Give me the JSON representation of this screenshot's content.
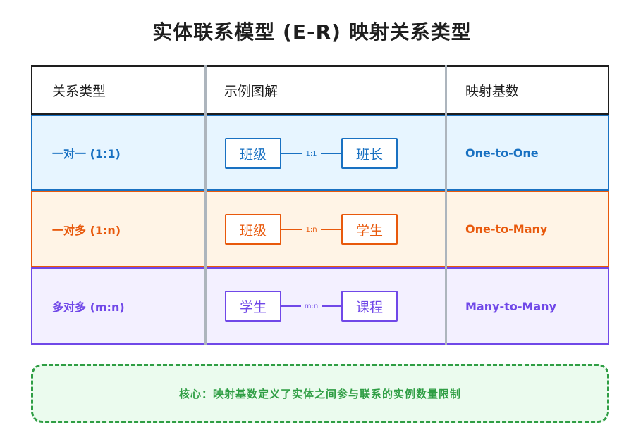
{
  "title": "实体联系模型 (E-R) 映射关系类型",
  "table": {
    "headers": [
      "关系类型",
      "示例图解",
      "映射基数"
    ],
    "rows": [
      {
        "type": "一对一 (1:1)",
        "left": "班级",
        "rel": "1:1",
        "right": "班长",
        "cardinality": "One-to-One",
        "color": "#1971c2"
      },
      {
        "type": "一对多 (1:n)",
        "left": "班级",
        "rel": "1:n",
        "right": "学生",
        "cardinality": "One-to-Many",
        "color": "#e8590c"
      },
      {
        "type": "多对多 (m:n)",
        "left": "学生",
        "rel": "m:n",
        "right": "课程",
        "cardinality": "Many-to-Many",
        "color": "#7048e8"
      }
    ]
  },
  "note": "核心：映射基数定义了实体之间参与联系的实例数量限制",
  "colors": {
    "header_border": "#1e1e1e",
    "note": "#2f9e44",
    "divider": "#adb5bd"
  }
}
